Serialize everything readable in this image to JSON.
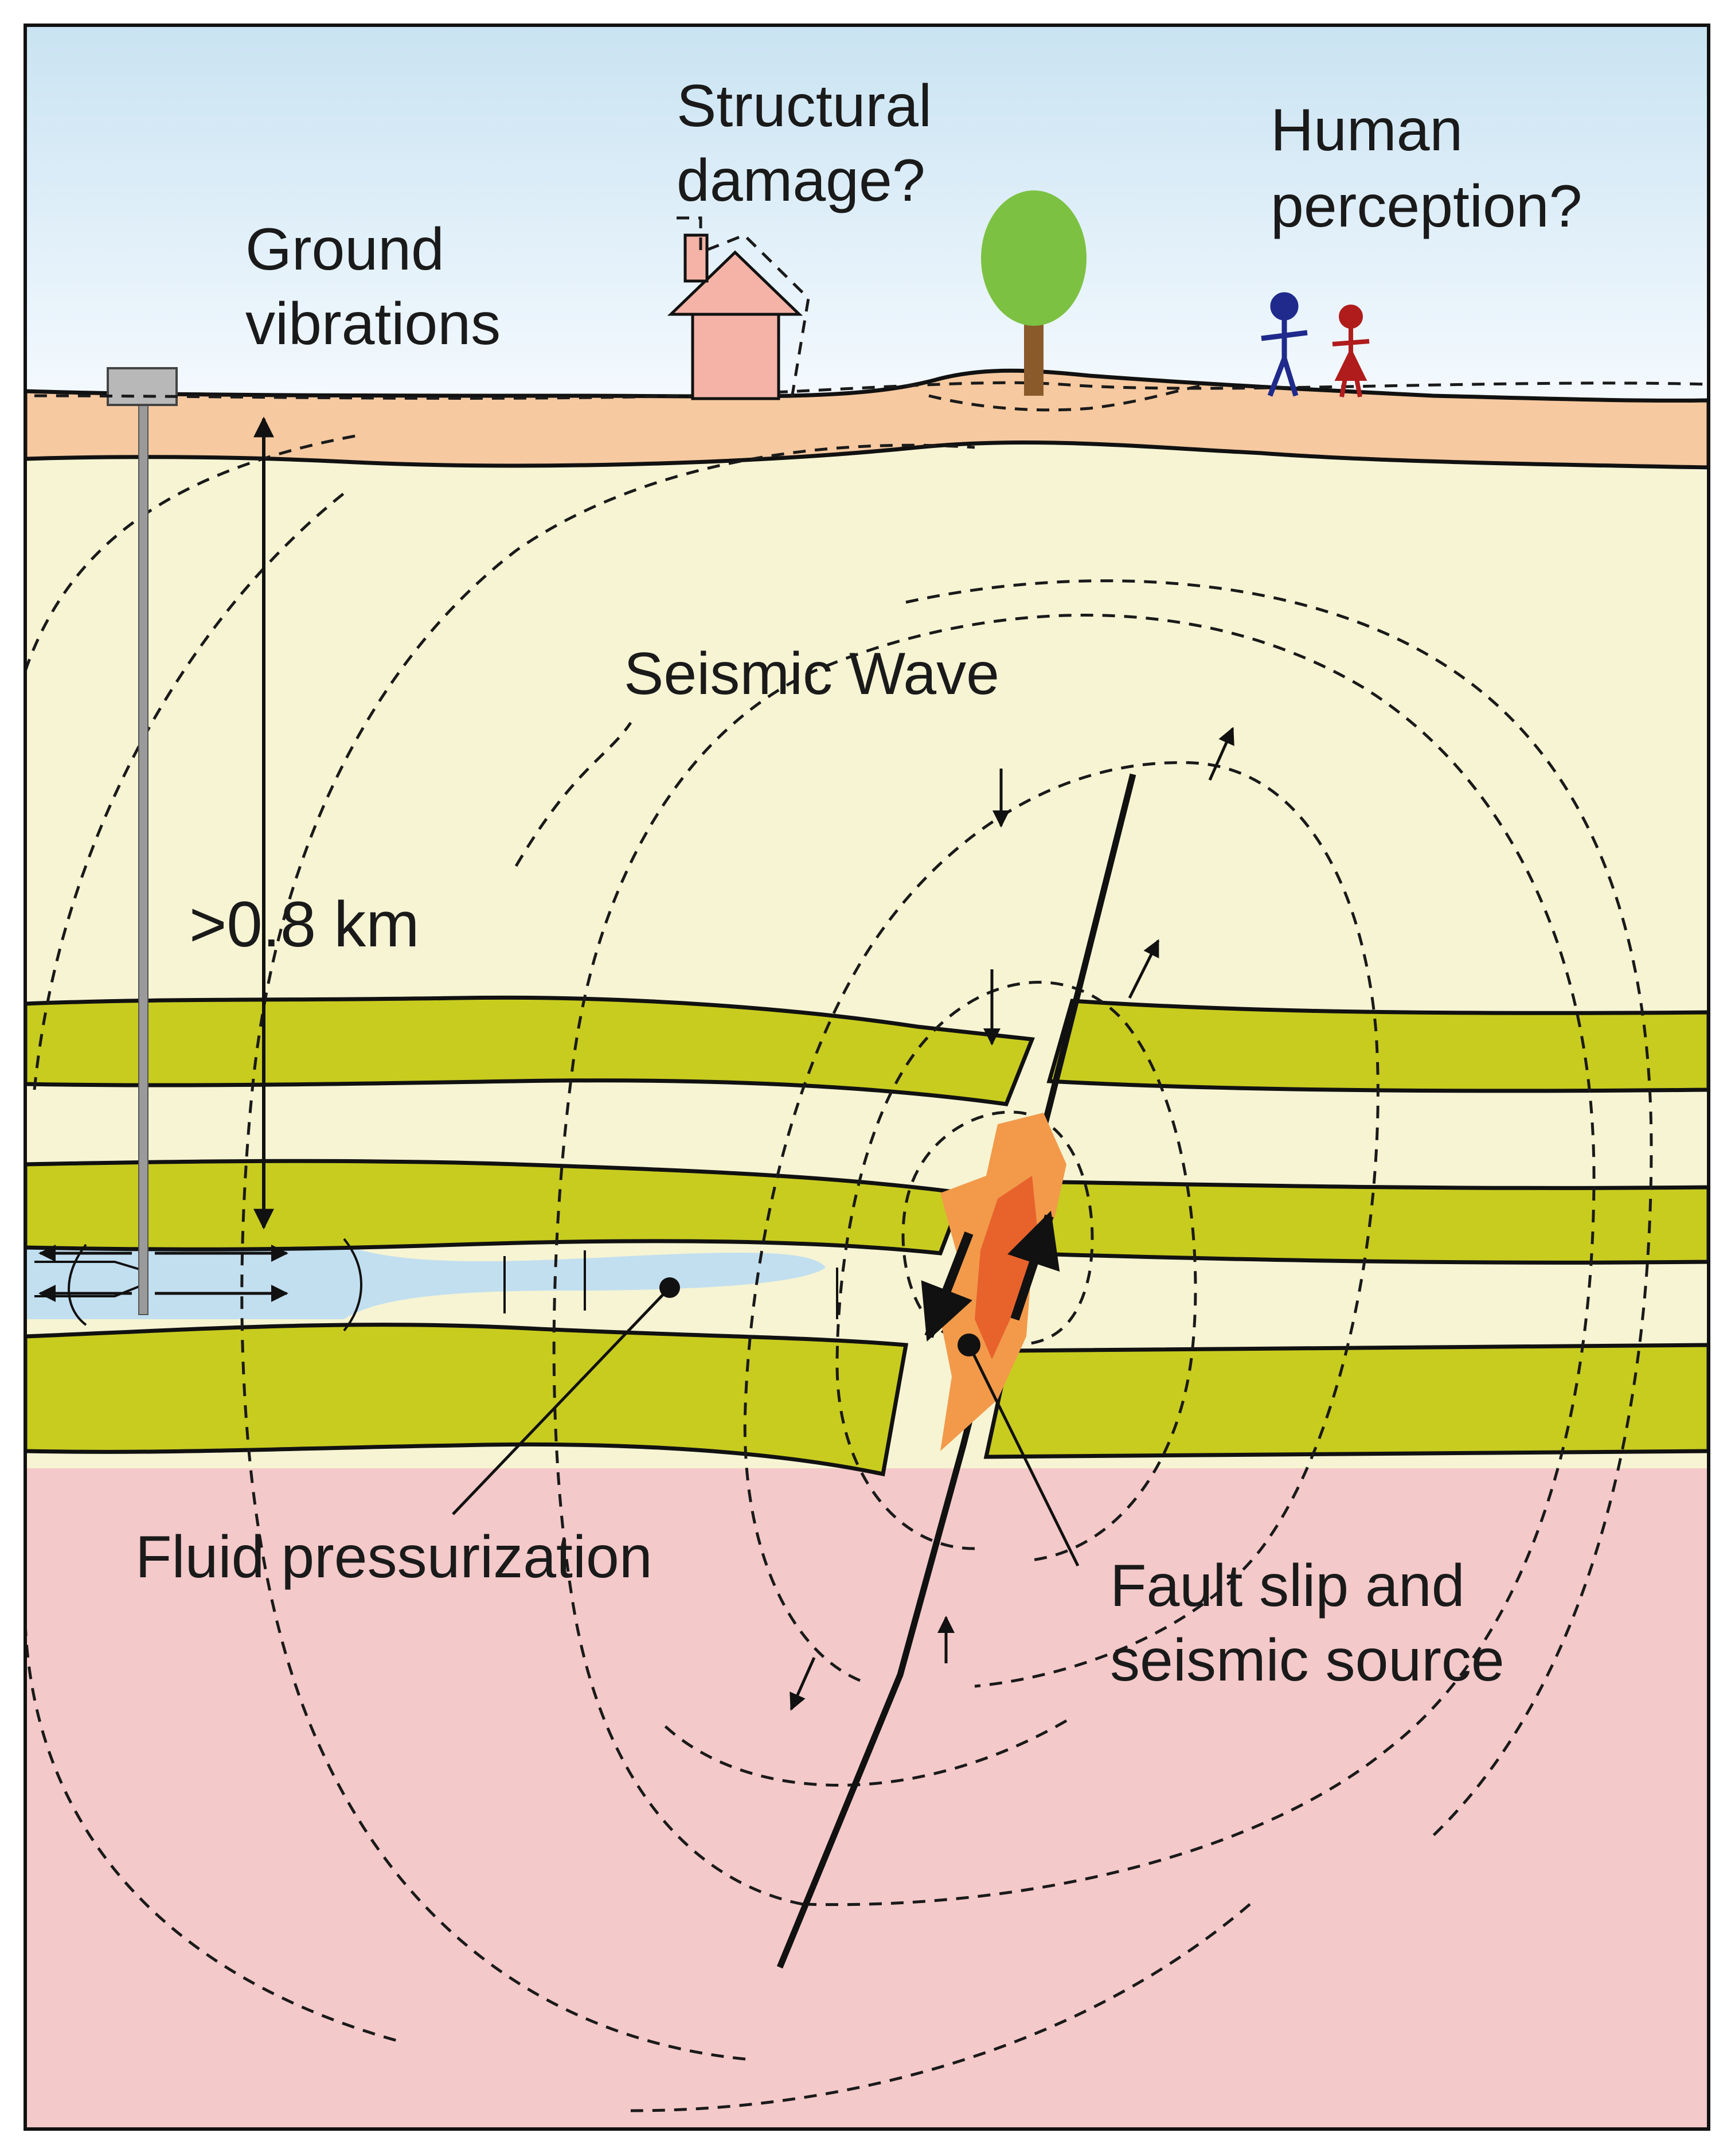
{
  "labels": {
    "ground_vibrations": [
      "Ground",
      "vibrations"
    ],
    "structural_damage": [
      "Structural",
      "damage?"
    ],
    "human_perception": [
      "Human",
      "perception?"
    ],
    "seismic_wave": "Seismic Wave",
    "depth": ">0.8 km",
    "fluid_pressurization": "Fluid pressurization",
    "fault_slip": [
      "Fault slip and",
      "seismic source"
    ]
  },
  "colors": {
    "sky_top": "#c9e3f2",
    "sky_bottom": "#f7fbff",
    "soil": "#f6c9a0",
    "sediment": "#f6f4d3",
    "bed": "#c8cc1f",
    "basement": "#f4c9c9",
    "fluid": "#c2dff0",
    "house": "#f4b3a6",
    "tree_crown": "#7cc142",
    "tree_trunk": "#8a5a2b",
    "person_blue": "#1f2a8c",
    "person_red": "#b01c1c",
    "burst_outer": "#f29a4a",
    "burst_inner": "#e8622c"
  },
  "icons": [
    "well-head-icon",
    "house-icon",
    "tree-icon",
    "person-icon",
    "burst-icon",
    "arrow-icon"
  ]
}
